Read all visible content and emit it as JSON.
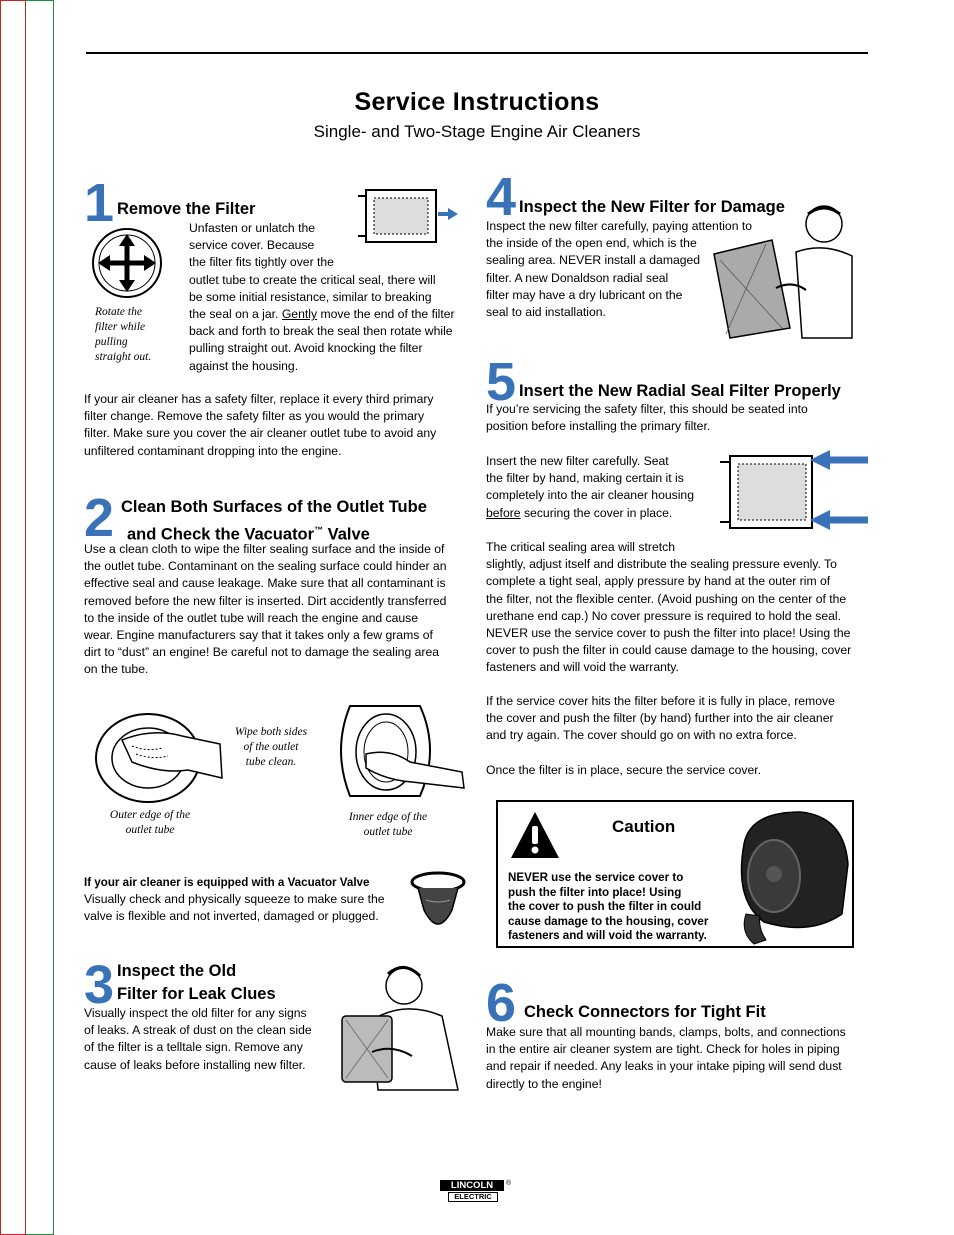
{
  "header": {
    "title": "Service Instructions",
    "subtitle": "Single- and Two-Stage Engine Air Cleaners"
  },
  "steps": [
    {
      "num": "1",
      "heading": "Remove the Filter",
      "body_lines": [
        "Unfasten or unlatch the",
        "service cover.  Because",
        "the filter fits tightly over the",
        "outlet tube to create the critical seal, there will",
        "be some initial resistance, similar to breaking",
        "the seal on a jar. ",
        "Gently",
        " move the end of the filter",
        "back and forth to break the seal then rotate while",
        "pulling straight out. Avoid knocking the filter",
        "against the housing."
      ],
      "caption": [
        "Rotate the",
        "filter while",
        "pulling",
        "straight out."
      ],
      "safety_lines": [
        "If your air cleaner has a safety filter, replace it every third primary",
        "filter change. Remove the safety filter as you would the primary",
        "filter.  Make sure you cover the air cleaner outlet tube to avoid any",
        "unfiltered contaminant dropping into the engine."
      ]
    },
    {
      "num": "2",
      "heading_line1": "Clean Both Surfaces of the Outlet Tube",
      "heading_line2": "and Check the Vacuator",
      "heading_tm": "™",
      "heading_line2_end": " Valve",
      "body_lines": [
        "Use a clean cloth to wipe the filter sealing surface and the inside of",
        "the outlet tube. Contaminant on the sealing surface could hinder an",
        "effective seal and cause leakage. Make sure that all contaminant is",
        "removed before the new filter is inserted. Dirt accidently transferred",
        "to the inside of the outlet tube will reach the engine and cause",
        "wear. Engine manufacturers say that it takes only a few grams of",
        "dirt to “dust” an engine! Be careful not to damage the sealing area",
        "on the tube."
      ],
      "caption_wipe": [
        "Wipe both sides",
        "of the outlet",
        "tube clean."
      ],
      "caption_outer": [
        "Outer edge of the",
        "outlet tube"
      ],
      "caption_inner": [
        "Inner edge of the",
        "outlet tube"
      ],
      "vacuator_bold": "If your air cleaner is equipped with a Vacuator Valve",
      "vacuator_lines": [
        "Visually check and physically squeeze to make sure the",
        "valve is flexible and not inverted, damaged or plugged."
      ]
    },
    {
      "num": "3",
      "heading_line1": "Inspect the Old",
      "heading_line2": "Filter for Leak Clues",
      "body_lines": [
        "Visually inspect the old filter for any signs",
        "of leaks. A streak of dust on the clean side",
        "of the filter is a telltale sign. Remove any",
        "cause of leaks before installing new filter."
      ]
    },
    {
      "num": "4",
      "heading": "Inspect the New Filter for Damage",
      "body_lines": [
        "Inspect the new filter carefully, paying attention to",
        "the inside of the open end, which is the",
        "sealing area. NEVER install a damaged",
        "filter. A new Donaldson radial seal",
        "filter may have a dry lubricant on the",
        "seal to aid installation."
      ]
    },
    {
      "num": "5",
      "heading": "Insert the New Radial Seal Filter Properly",
      "intro_lines": [
        "If you’re servicing the safety filter, this should be seated into",
        "position before installing the primary filter."
      ],
      "insert_lines": [
        "Insert the new filter carefully. Seat",
        "the filter by hand, making certain it is",
        "completely into the air cleaner housing",
        "before",
        " securing the cover in place."
      ],
      "seal_lines": [
        "The critical sealing area will stretch",
        "slightly, adjust itself and distribute the sealing pressure evenly. To",
        "complete a tight seal, apply pressure by hand at the outer rim of",
        "the filter, not the flexible center. (Avoid pushing on the center of the",
        "urethane end cap.) No cover pressure is required to hold the seal.",
        "NEVER use the service cover to push the filter into place!  Using the",
        "cover to push the filter in could cause damage to the housing, cover",
        "fasteners and will void the warranty."
      ],
      "cover_lines": [
        "If the service cover hits the filter before it is fully in place, remove",
        "the cover and push the filter (by hand) further into the air cleaner",
        "and try again. The cover should go on with no extra force."
      ],
      "final_line": "Once the filter is in place, secure the service cover."
    },
    {
      "num": "6",
      "heading": "Check Connectors for Tight Fit",
      "body_lines": [
        "Make sure that all mounting bands, clamps, bolts, and connections",
        "in the entire air cleaner system are tight. Check for holes in piping",
        "and repair if needed. Any leaks in your intake piping will send dust",
        "directly to the engine!"
      ]
    }
  ],
  "caution": {
    "title": "Caution",
    "lines": [
      "NEVER use the service cover to",
      "push the filter into place!  Using",
      "the cover to push the filter in could",
      "cause damage to the housing, cover",
      "fasteners and will void the warranty."
    ]
  },
  "logo": {
    "line1": "LINCOLN",
    "line2": "ELECTRIC",
    "mark": "®"
  },
  "colors": {
    "step_number": "#3a72b8",
    "arrow": "#3a72b8",
    "edge_red": "#cc2222",
    "edge_green": "#1f8f3a"
  }
}
